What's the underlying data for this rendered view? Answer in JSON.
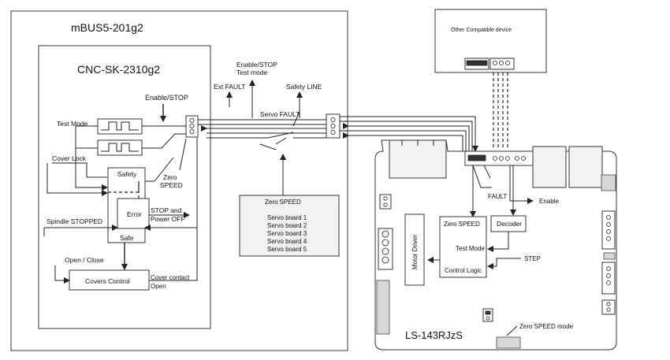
{
  "labels": {
    "mbus_title": "mBUS5-201g2",
    "cnc_title": "CNC-SK-2310g2",
    "enable_stop_left": "Enable/STOP",
    "test_mode": "Test Mode",
    "cover_lock": "Cover Lock",
    "safety": "Safety",
    "zero_speed_left_1": "Zero",
    "zero_speed_left_2": "SPEED",
    "error": "Error",
    "stop_power_1": "STOP and",
    "stop_power_2": "Power OFF",
    "spindle_stopped": "Spindle STOPPED",
    "safe": "Safe",
    "open_close": "Open / Close",
    "covers_control": "Covers Control",
    "cover_contact_1": "Cover contact",
    "cover_contact_2": "Open",
    "enable_stop_top_1": "Enable/STOP",
    "enable_stop_top_2": "Test mode",
    "ext_fault": "Ext FAULT",
    "safety_line": "Safety LINE",
    "servo_fault": "Servo FAULT",
    "servo_box_title": "Zero SPEED",
    "servo_boards": [
      "Servo board 1",
      "Servo board 2",
      "Servo board 3",
      "Servo board 4",
      "Servo board 5"
    ],
    "other_device": "Other Compatible device",
    "fault": "FAULT",
    "enable_right": "Enable",
    "zero_speed_box": "Zero SPEED",
    "decoder": "Decoder",
    "test_mode_right": "Test Mode",
    "step": "STEP",
    "control_logic": "Control Logic",
    "motor_driver": "Motor Driver",
    "ls_title": "LS-143RJzS",
    "zero_speed_mode": "Zero SPEED mode"
  }
}
